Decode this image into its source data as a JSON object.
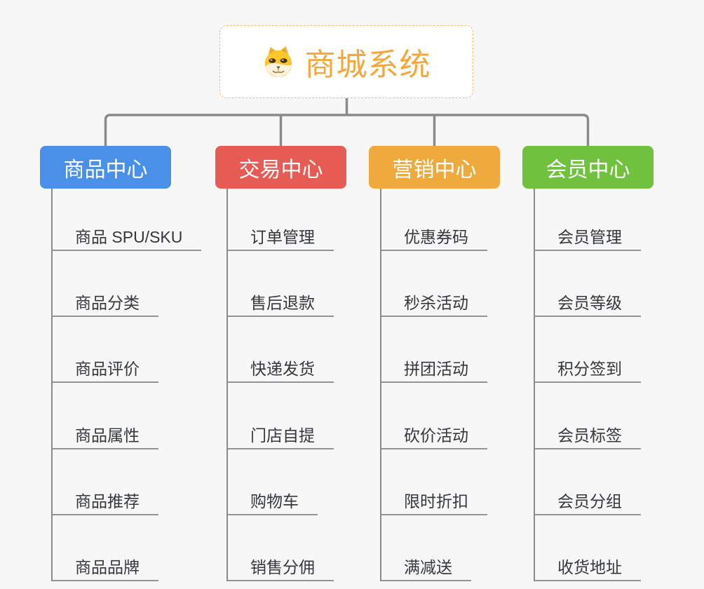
{
  "root": {
    "title": "商城系统",
    "icon": "dog-face-icon"
  },
  "branches": [
    {
      "id": "product-center",
      "label": "商品中心",
      "color": "#4a90e8",
      "items": [
        "商品 SPU/SKU",
        "商品分类",
        "商品评价",
        "商品属性",
        "商品推荐",
        "商品品牌"
      ]
    },
    {
      "id": "trade-center",
      "label": "交易中心",
      "color": "#e65c55",
      "items": [
        "订单管理",
        "售后退款",
        "快递发货",
        "门店自提",
        "购物车",
        "销售分佣"
      ]
    },
    {
      "id": "marketing-center",
      "label": "营销中心",
      "color": "#eeaa3c",
      "items": [
        "优惠券码",
        "秒杀活动",
        "拼团活动",
        "砍价活动",
        "限时折扣",
        "满减送"
      ]
    },
    {
      "id": "member-center",
      "label": "会员中心",
      "color": "#70c23e",
      "items": [
        "会员管理",
        "会员等级",
        "积分签到",
        "会员标签",
        "会员分组",
        "收货地址"
      ]
    }
  ],
  "colors": {
    "background": "#f7f7f7",
    "root_title": "#f5a73b",
    "root_border": "#f3bd6d",
    "connector_line": "#8a8a8a",
    "leaf_text": "#34383d",
    "leaf_underline": "#949494",
    "branch_text": "#ffffff"
  }
}
